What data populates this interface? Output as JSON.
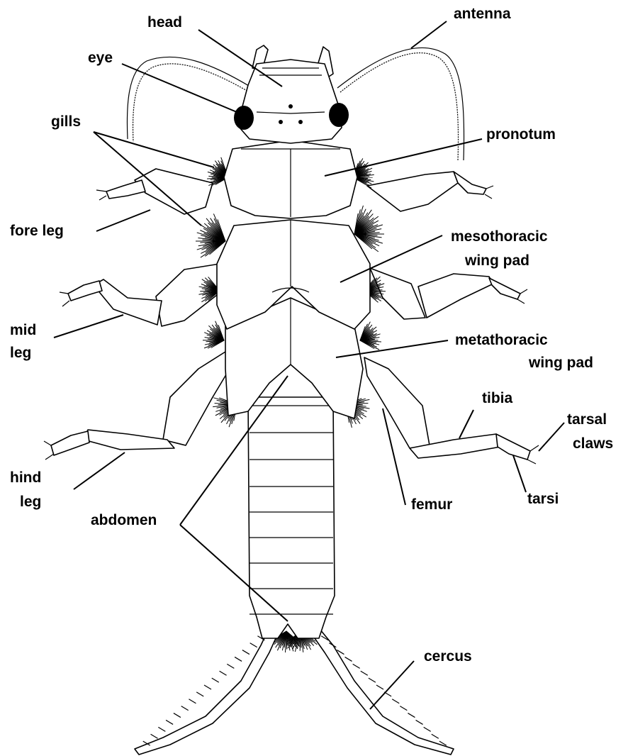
{
  "labels": {
    "head": "head",
    "antenna": "antenna",
    "eye": "eye",
    "gills": "gills",
    "pronotum": "pronotum",
    "fore_leg": "fore leg",
    "mesothoracic_1": "mesothoracic",
    "mesothoracic_2": "wing pad",
    "mid_leg_1": "mid",
    "mid_leg_2": "leg",
    "metathoracic_1": "metathoracic",
    "metathoracic_2": "wing pad",
    "tibia": "tibia",
    "tarsal_claws_1": "tarsal",
    "tarsal_claws_2": "claws",
    "hind_leg_1": "hind",
    "hind_leg_2": "leg",
    "femur": "femur",
    "tarsi": "tarsi",
    "abdomen": "abdomen",
    "cercus": "cercus"
  },
  "style": {
    "ink": "#000000",
    "background": "#ffffff"
  }
}
